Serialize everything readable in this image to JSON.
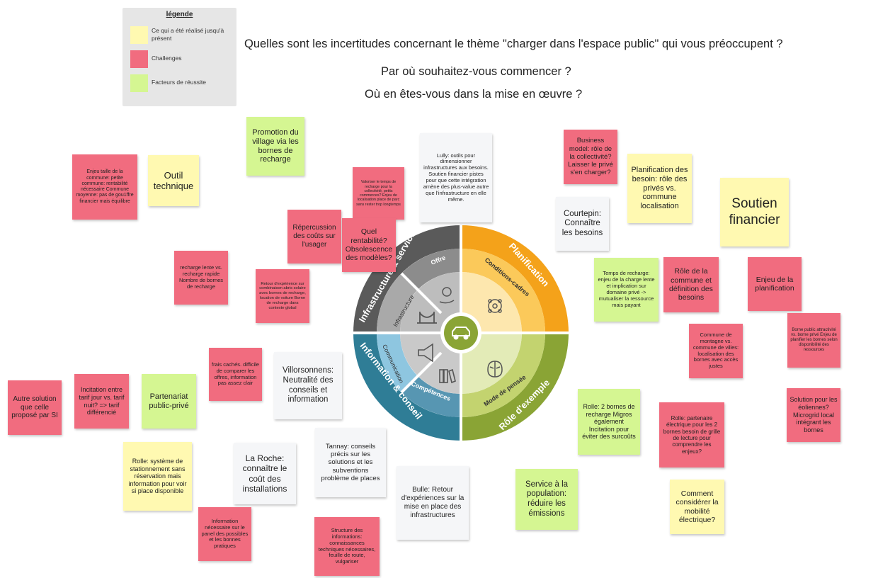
{
  "legend": {
    "title": "légende",
    "items": [
      {
        "label": "Ce qui a été réalisé jusqu'à présent",
        "color": "#fff9b1"
      },
      {
        "label": "Challenges",
        "color": "#f16c7f"
      },
      {
        "label": "Facteurs de réussite",
        "color": "#d5f692"
      }
    ]
  },
  "questions": [
    "Quelles sont les incertitudes concernant le thème \"charger dans l'espace public\" qui vous préoccupent ?",
    "Par où souhaitez-vous commencer ?",
    "Où en êtes-vous dans la mise en œuvre ?"
  ],
  "wheel": {
    "outer": [
      "Infrastructure & services",
      "Planification",
      "Rôle d'exemple",
      "Information & conseil"
    ],
    "middle": [
      "Offre",
      "Conditions-cadres",
      "Mode de pensée",
      "Compétences"
    ],
    "inner": [
      "Infrastructure",
      "Communication"
    ],
    "icons": [
      "lightbulb-hand-icon",
      "bridge-icon",
      "network-icon",
      "brain-icon",
      "megaphone-icon",
      "books-icon",
      "electric-car-icon"
    ]
  },
  "notes": {
    "promotion": "Promotion du village via les bornes de recharge",
    "outil": "Outil technique",
    "enjeu_taille": "Enjeu taille de la commune: petite commune: rentabilité nécessaire Commune moyenne: pas de gou1ffre financier mais équilibre",
    "valoriser": "Valoriser le temps de recharge pour la collectivité, petits commerces? Enjeu de localisation place de parc sans rester trop longtemps",
    "lully": "Lully: outils pour dimensionner infrastructures aux besoins. Soutien financier pistes pour que cette intégration amène des plus-value autre que l'infrastructure en elle même.",
    "business": "Business model: rôle de la collectivité? Laisser le privé s'en charger?",
    "planif_besoin": "Planification des besoin: rôle des privés vs. commune localisation",
    "soutien": "Soutien financier",
    "courtepin": "Courtepin: Connaître les besoins",
    "repercussion": "Répercussion des coûts sur l'usager",
    "rentabilite": "Quel rentabilité? Obsolescence des modèles?",
    "recharge_lente": "recharge lente vs. recharge rapide Nombre de bornes de recharge",
    "retour_exp": "Retour d'expérience sur combinaison abris solaire avec bornes de recharge, location de voiture Borne de recharge dans contexte global",
    "temps_recharge": "Temps de recharge: enjeu de la charge lente et implication sur domaine privé -> mutualiser la ressource mais payant",
    "role_commune": "Rôle de la commune et définition des besoins",
    "enjeu_planif": "Enjeu de la planification",
    "borne_public": "Borne public attractivité vs. borne privé Enjeu de planifier les bornes selon disponibilité des ressources",
    "commune_montagne": "Commune de montagne vs. commune de villes: localisation des bornes avec accès justes",
    "frais": "frais cachés. difficile de comparer les offres, information pas assez clair",
    "villorsonnens": "Villorsonnens: Neutralité des conseils et information",
    "autre_solution": "Autre solution que celle proposé par SI",
    "incitation": "Incitation entre tarif jour vs. tarif nuit? => tarif différencié",
    "partenariat": "Partenariat public-privé",
    "rolle_bornes": "Rolle: 2 bornes de recharge Migros également Incitation pour éviter des surcoûts",
    "rolle_partenaire": "Rolle: partenaire électrique pour les 2 bornes besoin de grille de lecture pour comprendre les enjeux?",
    "eoliennes": "Solution pour les éoliennes? Microgrid local intégrant les bornes",
    "rolle_stationnement": "Rolle: système de stationnement sans réservation mais information pour voir si place disponible",
    "la_roche": "La Roche: connaître le coût des installations",
    "tannay": "Tannay: conseils précis sur les solutions et les subventions problème de places",
    "bulle": "Bulle: Retour d'expériences sur la mise en place des infrastructures",
    "service": "Service à la population: réduire les émissions",
    "comment": "Comment considérer la mobilité électrique?",
    "information": "Information nécessaire sur le panel des possibles et les bonnes pratiques",
    "structure": "Structure des informations: connaissances techniques nécessaires, feuille de route, vulgariser"
  },
  "colors": {
    "yellow": "#fff9b1",
    "red": "#f16c7f",
    "green": "#d5f692",
    "grey": "#f5f6f8",
    "wheel_dark": "#5a5a5a",
    "wheel_orange": "#f4a21a",
    "wheel_olive": "#8aa435",
    "wheel_teal": "#2f7d96"
  }
}
